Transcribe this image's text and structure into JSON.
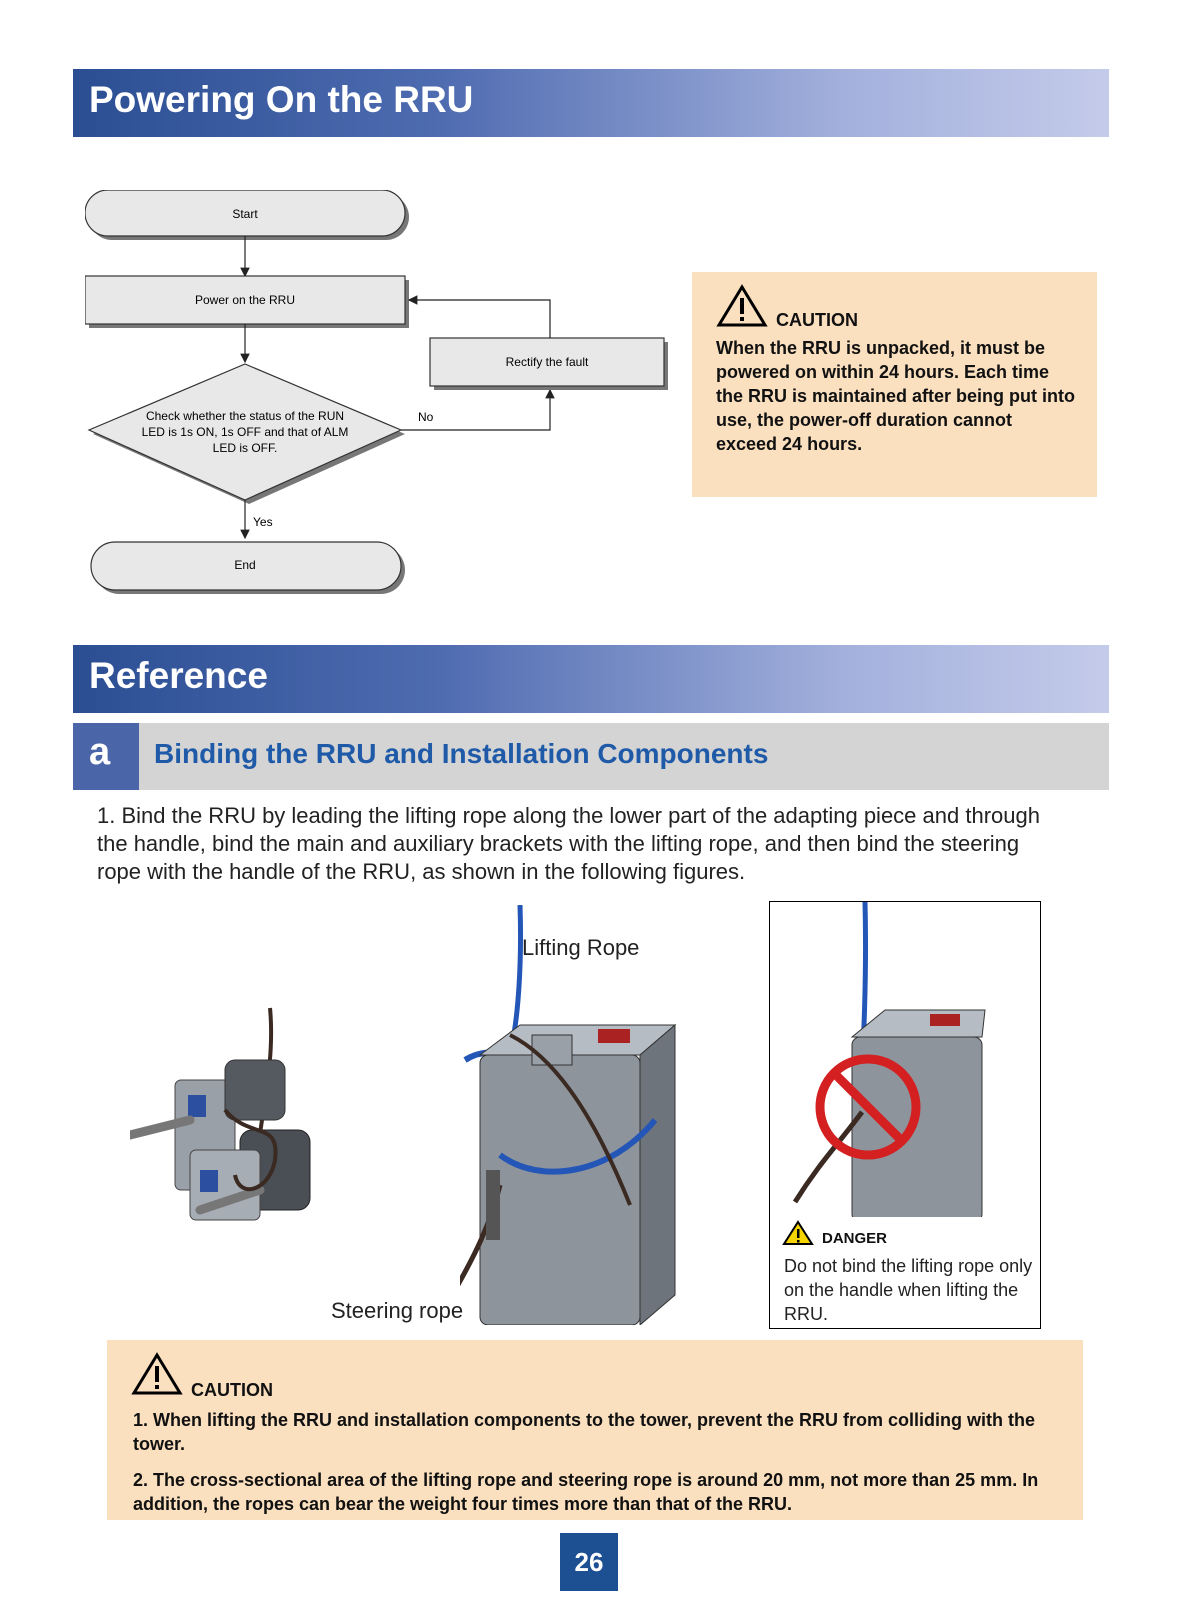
{
  "section1": {
    "title": "Powering On the RRU"
  },
  "flowchart": {
    "start": "Start",
    "power_on": "Power on the RRU",
    "check_line1": "Check whether the status of the RUN",
    "check_line2": "LED is 1s ON, 1s OFF and that of ALM",
    "check_line3": "LED is OFF.",
    "rectify": "Rectify the fault",
    "no": "No",
    "yes": "Yes",
    "end": "End"
  },
  "caution1": {
    "label": "CAUTION",
    "text": "When the RRU is unpacked, it must be powered on within 24 hours. Each time the RRU is maintained after being put into use, the power-off duration cannot exceed 24 hours."
  },
  "section2": {
    "title": "Reference"
  },
  "subsection": {
    "letter": "a",
    "title": "Binding the RRU and Installation Components",
    "paragraph": "1. Bind the RRU by leading the lifting rope along the lower part of the adapting piece and through the handle, bind the main and auxiliary brackets with the lifting rope, and then bind the steering rope with the handle of the RRU, as shown in the following figures."
  },
  "figures": {
    "lifting_rope": "Lifting Rope",
    "steering_rope": "Steering rope"
  },
  "danger": {
    "label": "DANGER",
    "text": "Do not bind the lifting rope only on the handle when lifting the RRU."
  },
  "caution2": {
    "label": "CAUTION",
    "item1": "1. When lifting the RRU and installation components to the tower, prevent the RRU from colliding with the tower.",
    "item2": "2. The cross-sectional area of the lifting rope and steering rope is around 20 mm, not more than 25 mm. In addition, the ropes can bear the weight four times more than that of the RRU."
  },
  "page_number": "26",
  "colors": {
    "banner_dark": "#2b4e93",
    "caution_bg": "#fbe0c0",
    "subhead_title": "#1f5aa8",
    "page_box": "#1d4f93"
  }
}
